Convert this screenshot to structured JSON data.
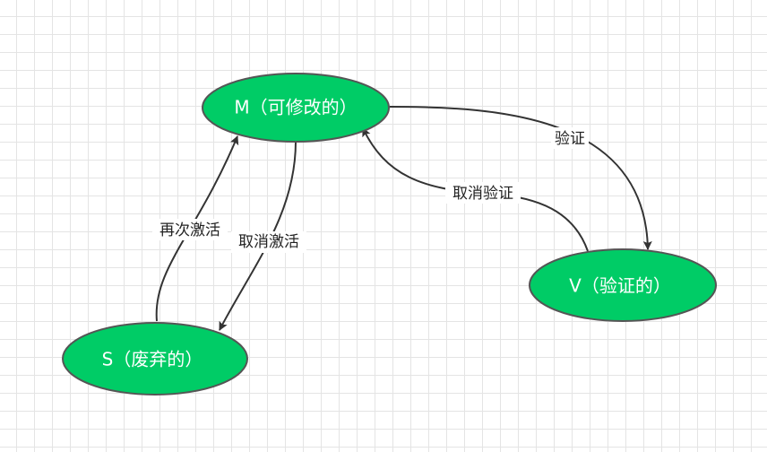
{
  "diagram": {
    "nodes": {
      "m": {
        "label": "M（可修改的）"
      },
      "v": {
        "label": "V（验证的）"
      },
      "s": {
        "label": "S（废弃的）"
      }
    },
    "edges": {
      "verify": {
        "label": "验证"
      },
      "cancel_verify": {
        "label": "取消验证"
      },
      "reactivate": {
        "label": "再次激活"
      },
      "cancel_activate": {
        "label": "取消激活"
      }
    },
    "colors": {
      "node_fill": "#00cc66",
      "node_stroke": "#555555",
      "edge_stroke": "#333333"
    }
  }
}
